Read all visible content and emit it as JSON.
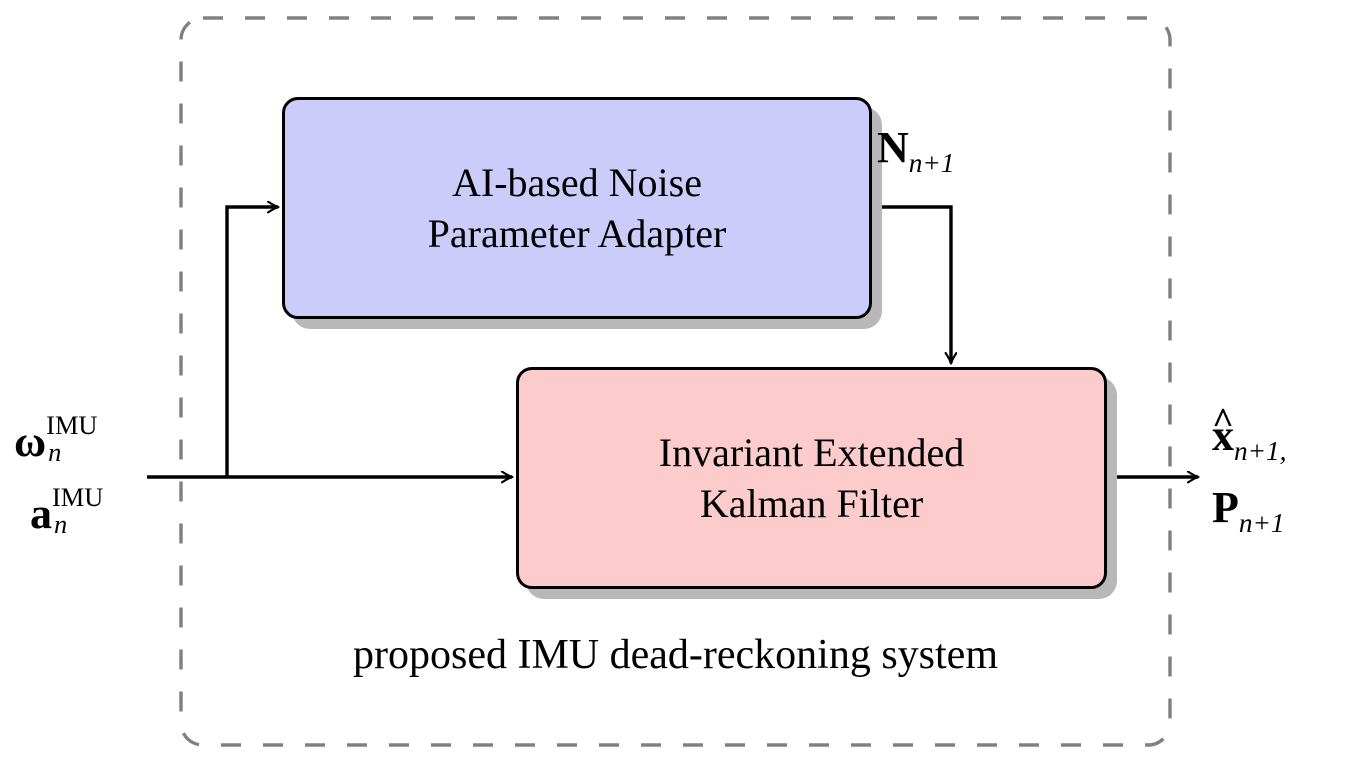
{
  "diagram": {
    "title_caption": "proposed IMU dead-reckoning system",
    "boundary": {
      "style": "dashed",
      "color": "#808080",
      "label": "proposed IMU dead-reckoning system"
    },
    "blocks": [
      {
        "id": "ai-noise-parameter-adapter",
        "line1": "AI-based Noise",
        "line2": "Parameter Adapter",
        "fill": "#ccccfa",
        "stroke": "#000000"
      },
      {
        "id": "invariant-extended-kalman-filter",
        "line1": "Invariant Extended",
        "line2": "Kalman Filter",
        "fill": "#fccbcb",
        "stroke": "#000000"
      }
    ],
    "signals": {
      "input_gyro": {
        "base": "ω",
        "sup": "IMU",
        "sub": "n"
      },
      "input_accel": {
        "base": "a",
        "sup": "IMU",
        "sub": "n"
      },
      "noise_param": {
        "base": "N",
        "sub": "n+1"
      },
      "output_state": {
        "base": "x",
        "hat": "^",
        "sub": "n+1,",
        "trailing": ","
      },
      "output_cov": {
        "base": "P",
        "sub": "n+1"
      }
    },
    "arrows": [
      {
        "name": "imu-to-filter",
        "from": "imu-input",
        "to": "invariant-extended-kalman-filter"
      },
      {
        "name": "imu-to-adapter",
        "from": "imu-input",
        "to": "ai-noise-parameter-adapter"
      },
      {
        "name": "adapter-to-filter",
        "from": "ai-noise-parameter-adapter",
        "to": "invariant-extended-kalman-filter",
        "label": "N_{n+1}"
      },
      {
        "name": "filter-to-output",
        "from": "invariant-extended-kalman-filter",
        "to": "state-output"
      }
    ]
  }
}
